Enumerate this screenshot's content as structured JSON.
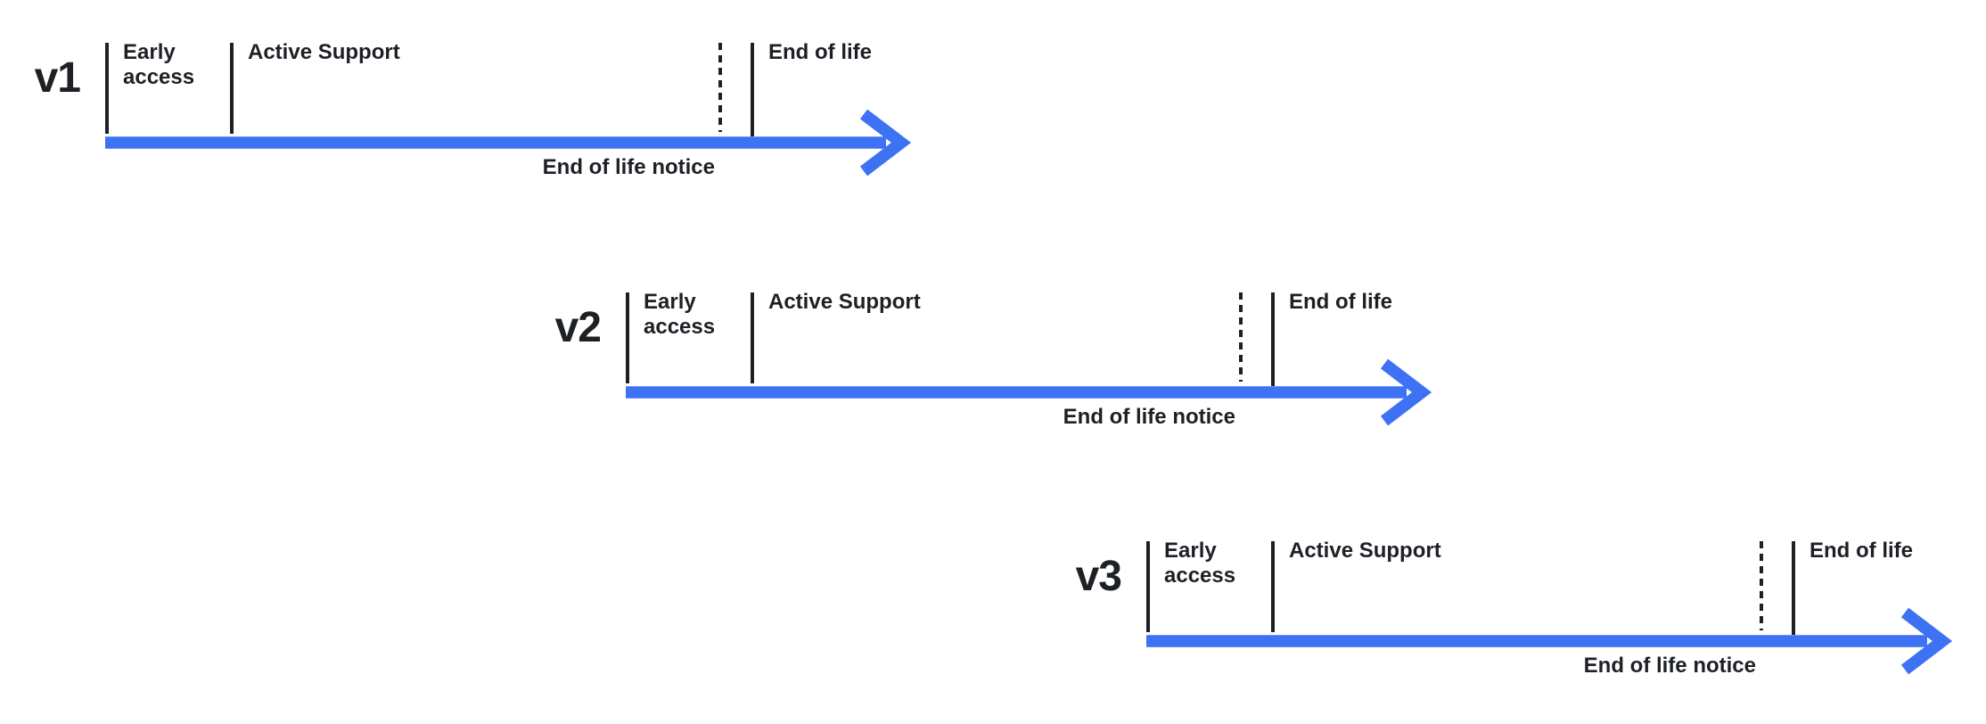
{
  "diagram": {
    "type": "version-lifecycle-timeline",
    "colors": {
      "arrow_blue": "#3E72F5",
      "ink": "#1D2025"
    },
    "rows": [
      {
        "version": "v1",
        "labels": {
          "early_access": "Early access",
          "active_support": "Active Support",
          "end_of_life": "End of life",
          "eol_notice": "End of life notice"
        }
      },
      {
        "version": "v2",
        "labels": {
          "early_access": "Early access",
          "active_support": "Active Support",
          "end_of_life": "End of life",
          "eol_notice": "End of life notice"
        }
      },
      {
        "version": "v3",
        "labels": {
          "early_access": "Early access",
          "active_support": "Active Support",
          "end_of_life": "End of life",
          "eol_notice": "End of life notice"
        }
      }
    ]
  }
}
